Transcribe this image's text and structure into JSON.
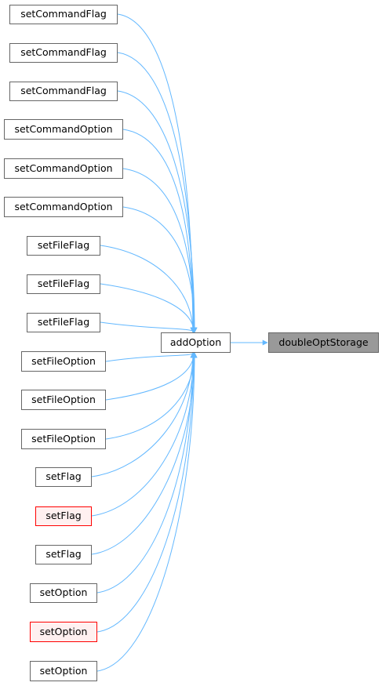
{
  "graph": {
    "colors": {
      "edge": "#63b8ff",
      "node_border": "#666666",
      "highlight_border": "#ff0000",
      "highlight_fill": "#fff0f0",
      "current_fill": "#999999"
    },
    "target": {
      "label": "doubleOptStorage"
    },
    "hub": {
      "label": "addOption"
    },
    "callers": [
      {
        "label": "setCommandFlag",
        "highlight": false
      },
      {
        "label": "setCommandFlag",
        "highlight": false
      },
      {
        "label": "setCommandFlag",
        "highlight": false
      },
      {
        "label": "setCommandOption",
        "highlight": false
      },
      {
        "label": "setCommandOption",
        "highlight": false
      },
      {
        "label": "setCommandOption",
        "highlight": false
      },
      {
        "label": "setFileFlag",
        "highlight": false
      },
      {
        "label": "setFileFlag",
        "highlight": false
      },
      {
        "label": "setFileFlag",
        "highlight": false
      },
      {
        "label": "setFileOption",
        "highlight": false
      },
      {
        "label": "setFileOption",
        "highlight": false
      },
      {
        "label": "setFileOption",
        "highlight": false
      },
      {
        "label": "setFlag",
        "highlight": false
      },
      {
        "label": "setFlag",
        "highlight": true
      },
      {
        "label": "setFlag",
        "highlight": false
      },
      {
        "label": "setOption",
        "highlight": false
      },
      {
        "label": "setOption",
        "highlight": true
      },
      {
        "label": "setOption",
        "highlight": false
      }
    ]
  }
}
